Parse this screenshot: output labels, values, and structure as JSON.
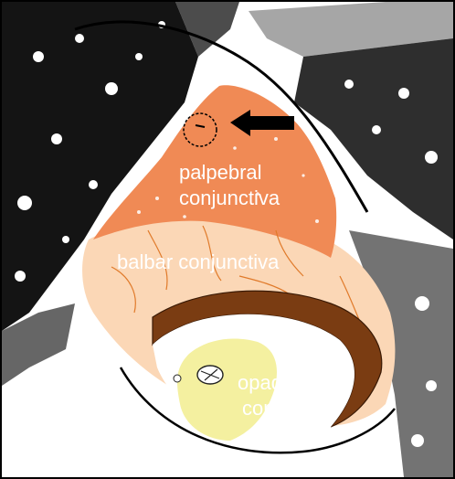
{
  "figure": {
    "labels": {
      "palpebral_line1": "palpebral",
      "palpebral_line2": "conjunctiva",
      "bulbar": "balbar conjunctiva",
      "cornea_line1": "opaque",
      "cornea_line2": "cornea"
    },
    "colors": {
      "palpebral_conjunctiva": "#f08a55",
      "bulbar_conjunctiva": "#fbd7b6",
      "iris_band": "#7a3c12",
      "cornea": "#f4f0a0",
      "vessels": "#e07a2a",
      "hair_texture": "#000000",
      "arrow": "#000000"
    },
    "icons": {
      "arrow": "arrow-left-icon",
      "marker": "circle-marker-icon"
    }
  }
}
